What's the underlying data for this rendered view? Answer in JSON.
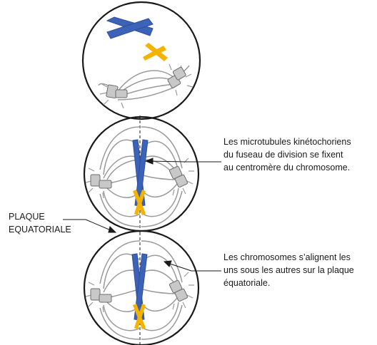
{
  "labels": {
    "plaque": {
      "line1": "PLAQUE",
      "line2": "EQUATORIALE"
    },
    "microtubules": {
      "line1": "Les microtubules kinétochoriens",
      "line2": "du fuseau de division se fixent",
      "line3": "au centromère du chromosome."
    },
    "chromosomes": {
      "line1": "Les chromosomes s’alignent les",
      "line2": "uns sous les autres sur la plaque",
      "line3": "équatoriale."
    }
  },
  "colors": {
    "chromosome_large": "#3d63b8",
    "chromosome_small": "#f2b400",
    "outline": "#1a1a1a",
    "spindle": "#9a9a9a",
    "centrosome": "#c8c8c8"
  }
}
